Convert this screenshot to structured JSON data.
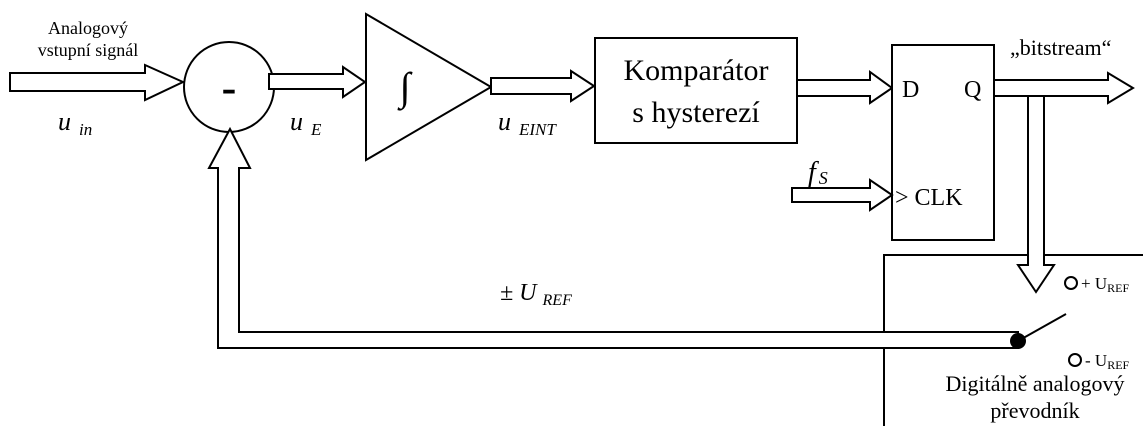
{
  "diagram": {
    "input_label_line1": "Analogový",
    "input_label_line2": "vstupní signál",
    "u_in": "u",
    "u_in_sub": "in",
    "sum_sign": "-",
    "u_e": "u",
    "u_e_sub": "E",
    "integrator_symbol": "∫",
    "u_eint": "u",
    "u_eint_sub": "EINT",
    "comparator_line1": "Komparátor",
    "comparator_line2": "s hysterezí",
    "ff_d": "D",
    "ff_q": "Q",
    "ff_clk": "> CLK",
    "bitstream": "„bitstream“",
    "fs": "f",
    "fs_sub": "S",
    "feedback_pm": "± U",
    "feedback_sub": "REF",
    "plus_uref": "+ U",
    "plus_uref_sub": "REF",
    "minus_uref": "- U",
    "minus_uref_sub": "REF",
    "dac_line1": "Digitálně analogový",
    "dac_line2": "převodník"
  }
}
